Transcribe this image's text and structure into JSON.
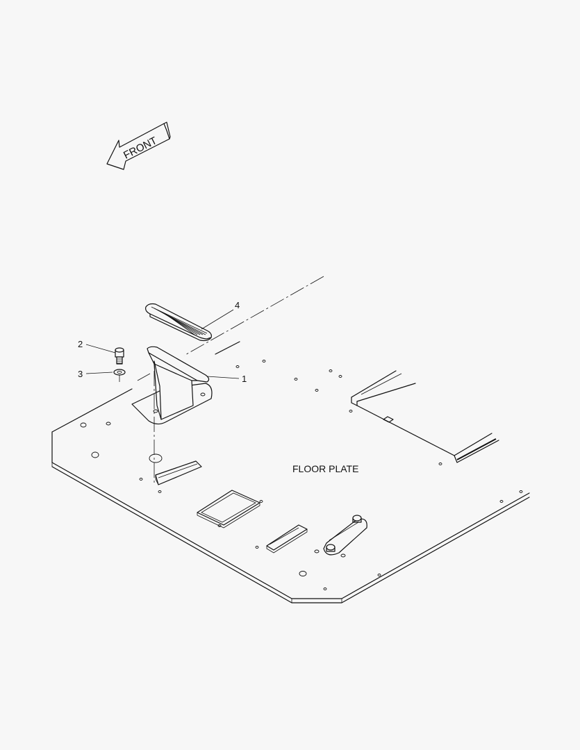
{
  "diagram": {
    "front_label": "FRONT",
    "floor_plate_label": "FLOOR PLATE",
    "callouts": [
      {
        "id": "1",
        "label": "1"
      },
      {
        "id": "2",
        "label": "2"
      },
      {
        "id": "3",
        "label": "3"
      },
      {
        "id": "4",
        "label": "4"
      }
    ]
  }
}
